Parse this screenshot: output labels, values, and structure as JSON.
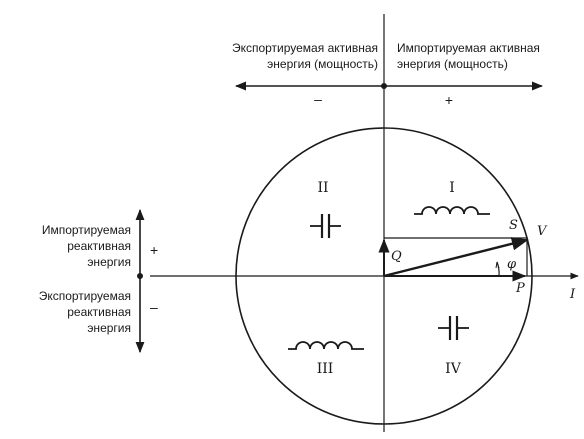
{
  "top_labels": {
    "export_active_line1": "Экспортируемая активная",
    "export_active_line2": "энергия (мощность)",
    "import_active_line1": "Импортируемая активная",
    "import_active_line2": "энергия (мощность)",
    "minus": "–",
    "plus": "+"
  },
  "left_labels": {
    "import_reactive": [
      "Импортируемая",
      "реактивная",
      "энергия"
    ],
    "export_reactive": [
      "Экспортируемая",
      "реактивная",
      "энергия"
    ],
    "plus": "+",
    "minus": "–"
  },
  "quadrants": {
    "q1": "I",
    "q2": "II",
    "q3": "III",
    "q4": "IV"
  },
  "vector_labels": {
    "S": "S",
    "V": "V",
    "Q": "Q",
    "P": "P",
    "phi": "φ",
    "I": "I"
  },
  "icons": {
    "q1": "inductor-icon",
    "q2": "capacitor-icon",
    "q3": "inductor-icon",
    "q4": "capacitor-icon"
  },
  "colors": {
    "ink": "#1a1a1a",
    "background": "#ffffff"
  }
}
